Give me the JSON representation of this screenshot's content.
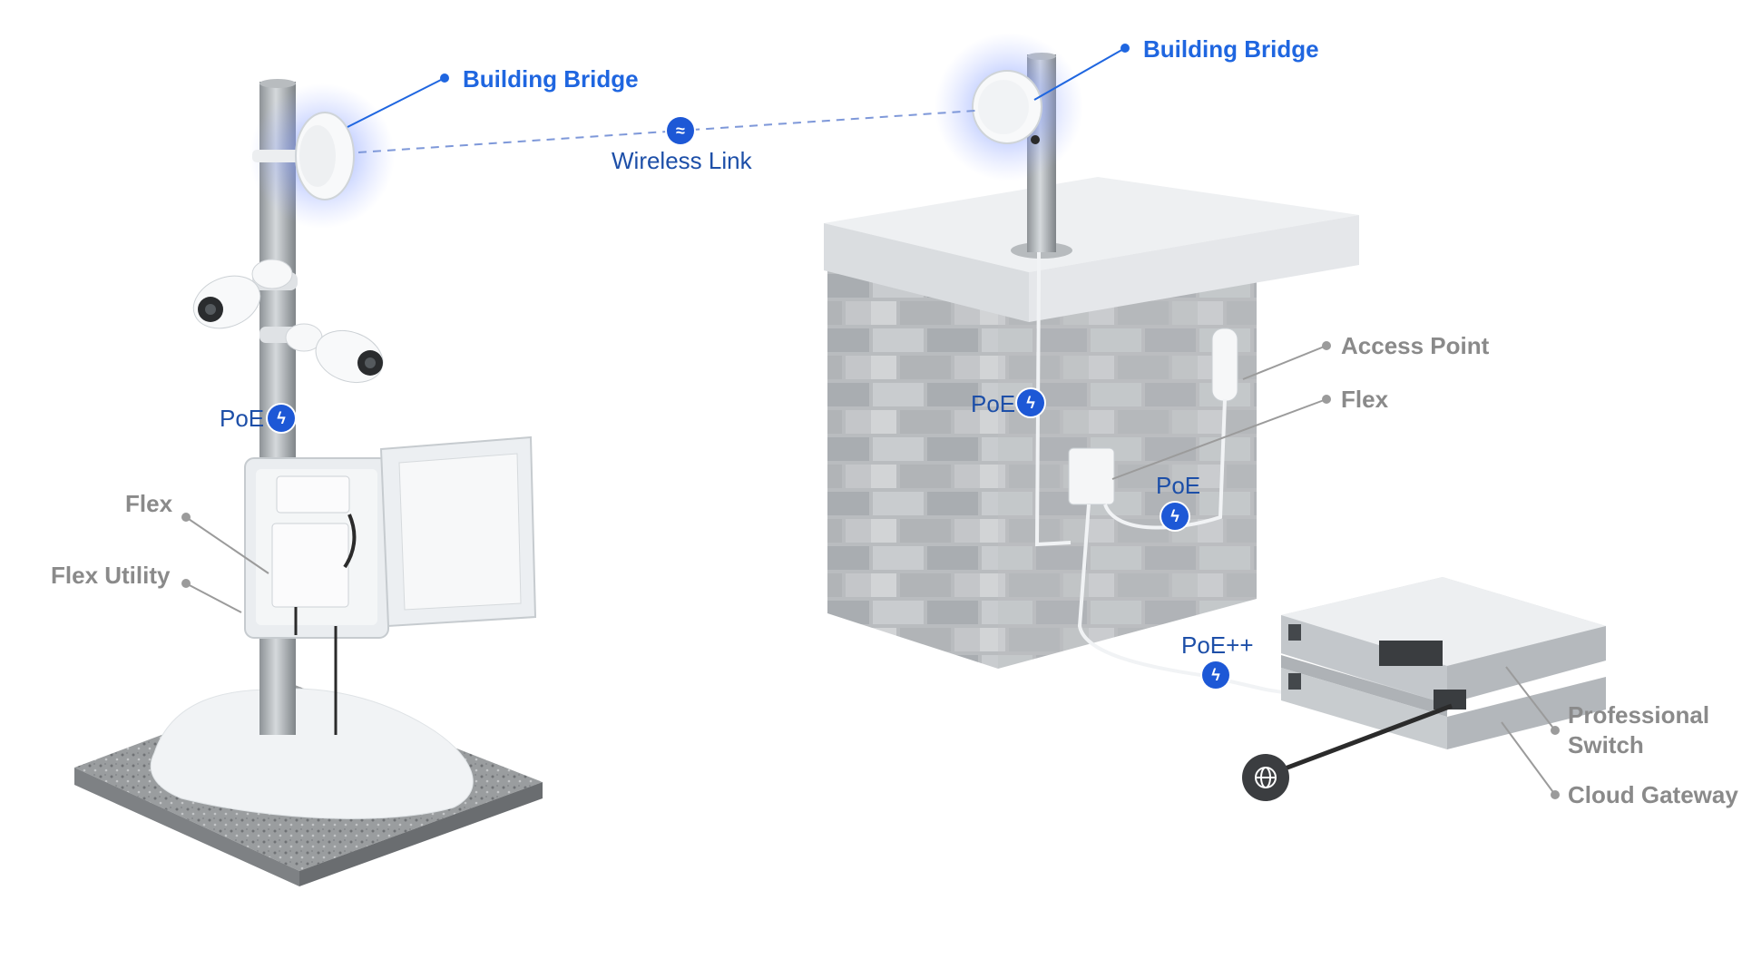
{
  "labels": {
    "bridge_left": "Building Bridge",
    "bridge_right": "Building Bridge",
    "wireless_link": "Wireless Link",
    "poe_left": "PoE",
    "flex_left": "Flex",
    "flex_utility": "Flex Utility",
    "access_point": "Access Point",
    "flex_right": "Flex",
    "poe_wall": "PoE",
    "poe_flex": "PoE",
    "poe_plus": "PoE++",
    "professional_switch_line1": "Professional",
    "professional_switch_line2": "Switch",
    "cloud_gateway": "Cloud Gateway"
  },
  "icons": {
    "wireless": "wifi-icon",
    "power": "lightning-icon",
    "internet": "globe-icon"
  },
  "colors": {
    "accent_blue": "#1f66e0",
    "badge_blue": "#1d58d6",
    "label_grey": "#8a8a8a",
    "glow": "#6e8dff"
  }
}
